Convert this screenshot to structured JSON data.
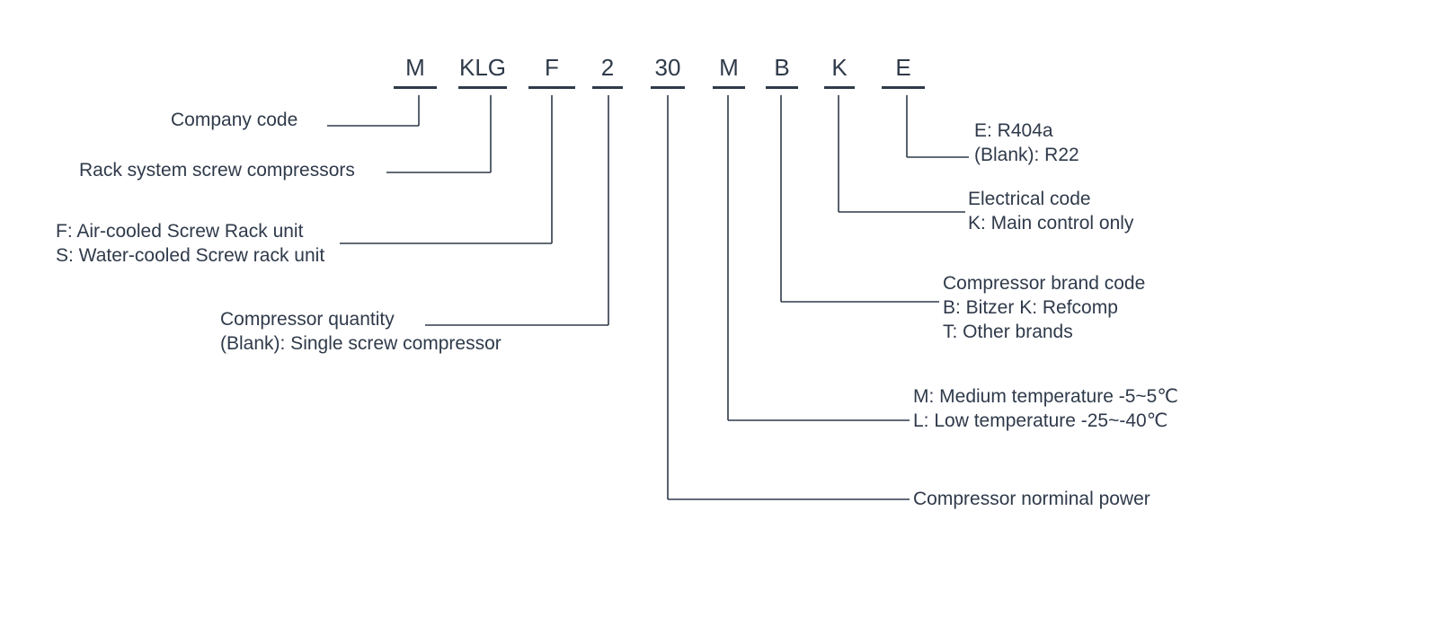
{
  "codes": [
    "M",
    "KLG",
    "F",
    "2",
    "30",
    "M",
    "B",
    "K",
    "E"
  ],
  "labels": {
    "company": [
      "Company code"
    ],
    "rack": [
      "Rack system screw compressors"
    ],
    "unit_type": [
      "F: Air-cooled Screw Rack unit",
      "S: Water-cooled Screw rack unit"
    ],
    "quantity": [
      "Compressor quantity",
      "(Blank): Single screw compressor"
    ],
    "power": [
      "Compressor norminal power"
    ],
    "temperature": [
      "M: Medium temperature -5~5℃",
      "L: Low temperature -25~-40℃"
    ],
    "brand": [
      "Compressor brand code",
      "B: Bitzer K: Refcomp",
      "T: Other brands"
    ],
    "electrical": [
      "Electrical code",
      "K: Main control only"
    ],
    "refrigerant": [
      "E: R404a",
      "(Blank): R22"
    ]
  }
}
